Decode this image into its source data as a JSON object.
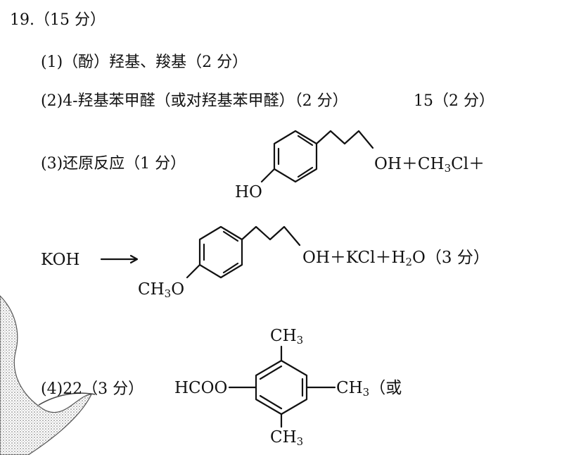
{
  "question": {
    "heading": "19.（15 分）",
    "part1": "(1)（酚）羟基、羧基（2 分）",
    "part2_a": "(2)4-羟基苯甲醛（或对羟基苯甲醛）（2 分）",
    "part2_b": "15（2 分）",
    "part3": "(3)还原反应（1 分）",
    "part4": "(4)22（3 分）"
  },
  "reaction": {
    "reactant_ho": "HO",
    "reactant_oh": "OH",
    "reactant_rest": "＋CH",
    "reactant_sub": "3",
    "reactant_cl": "Cl＋",
    "reagent": "KOH",
    "arrow": "⟶",
    "product_ch3o_a": "CH",
    "product_ch3o_sub": "3",
    "product_ch3o_b": "O",
    "product_oh": "OH",
    "product_rest": "＋KCl＋H",
    "product_sub": "2",
    "product_tail": "O（3 分）"
  },
  "answer4": {
    "hcoo": "HCOO",
    "ch3_top": "CH",
    "ch3_top_sub": "3",
    "ch3_right": "CH",
    "ch3_right_sub": "3",
    "ch3_right_tail": "（或",
    "ch3_bottom": "CH",
    "ch3_bottom_sub": "3"
  }
}
